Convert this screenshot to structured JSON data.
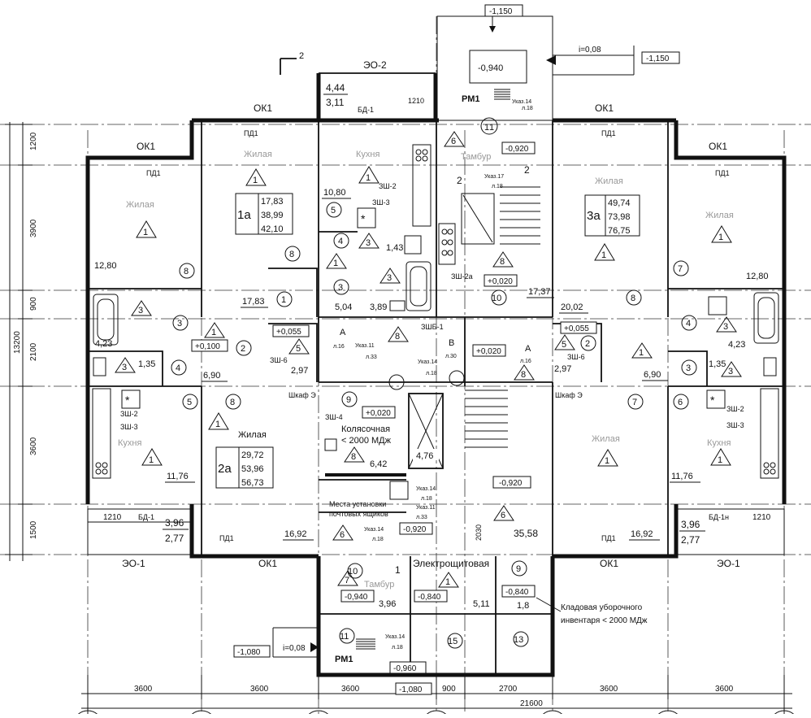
{
  "dims": {
    "total": "21600",
    "bottom": [
      "3600",
      "3600",
      "3600",
      "900",
      "2700",
      "3600",
      "3600"
    ],
    "left": [
      "1200",
      "3900",
      "900",
      "2100",
      "3600",
      "1500"
    ],
    "left_total": "13200",
    "balc_w": "1210",
    "misc_2030": "2030"
  },
  "levels": {
    "m1150a": "-1,150",
    "m1150b": "-1,150",
    "m0940_top": "-0,940",
    "m0920a": "-0,920",
    "p0020a": "+0,020",
    "p0055a": "+0,055",
    "p0100": "+0,100",
    "p0055b": "+0,055",
    "p0020b": "+0,020",
    "p0020c": "+0,020",
    "m0920b": "-0,920",
    "m0920c": "-0,920",
    "m0940_bot": "-0,940",
    "m0840a": "-0,840",
    "m0840b": "-0,840",
    "m1080a": "-1,080",
    "m1080b": "-1,080",
    "m0960": "-0,960",
    "slope": "i=0,08",
    "slope2": "i=0,08"
  },
  "labels": {
    "eo2": "ЭО-2",
    "eo1a": "ЭО-1",
    "eo1b": "ЭО-1",
    "ok1": "ОК1",
    "pd1": "ПД1",
    "bd1": "БД-1",
    "bd1n": "БД-1н",
    "rm1": "РМ1",
    "zhilaya": "Жилая",
    "kuhnya": "Кухня",
    "tambur": "Тамбур",
    "kolyas": "Колясочная",
    "kolyas2": "< 2000 МДж",
    "elec": "Электрощитовая",
    "klad1": "Кладовая уборочного",
    "klad2": "инвентаря < 2000 МДж",
    "mesta1": "Места установки",
    "mesta2": "почтовых ящиков",
    "shkaf": "Шкаф Э",
    "zsh2": "ЗШ-2",
    "zsh3": "ЗШ-3",
    "zsh4": "ЗШ-4",
    "zsh6": "ЗШ-6",
    "zsh2a": "ЗШ-2а",
    "zsh1": "ЗШБ-1",
    "ukaz14": "Указ.14",
    "ukaz17": "Указ.17",
    "ukaz11": "Указ.11",
    "l18": "л.18",
    "l33": "л.33",
    "l30": "л.30",
    "l16": "л.16",
    "A": "А",
    "B": "В",
    "sec2": "2",
    "two": "2",
    "one": "1"
  },
  "areas": {
    "a1": "12,80",
    "a2": "17,83",
    "a3": "10,80",
    "a4": "1,43",
    "a5": "5,04",
    "a6": "3,89",
    "a7": "4,23",
    "a8": "1,35",
    "a9": "6,90",
    "a10": "2,97",
    "a11": "11,76",
    "a12": "3,96",
    "a13": "2,77",
    "a14": "16,92",
    "a15": "6,42",
    "a16": "4,76",
    "a17": "3,96",
    "a18": "5,11",
    "a19": "1,8",
    "a20": "35,58",
    "a21": "17,37",
    "a22": "20,02",
    "a23": "12,80",
    "a24": "4,23",
    "a25": "1,35",
    "a26": "6,90",
    "a27": "2,97",
    "a28": "11,76",
    "a29": "3,96",
    "a30": "2,77",
    "a31": "16,92",
    "a32": "4,44",
    "a33": "3,11"
  },
  "apt1": {
    "code": "1а",
    "v1": "17,83",
    "v2": "38,99",
    "v3": "42,10"
  },
  "apt2": {
    "code": "2а",
    "v1": "29,72",
    "v2": "53,96",
    "v3": "56,73"
  },
  "apt3": {
    "code": "3а",
    "v1": "49,74",
    "v2": "73,98",
    "v3": "76,75"
  }
}
